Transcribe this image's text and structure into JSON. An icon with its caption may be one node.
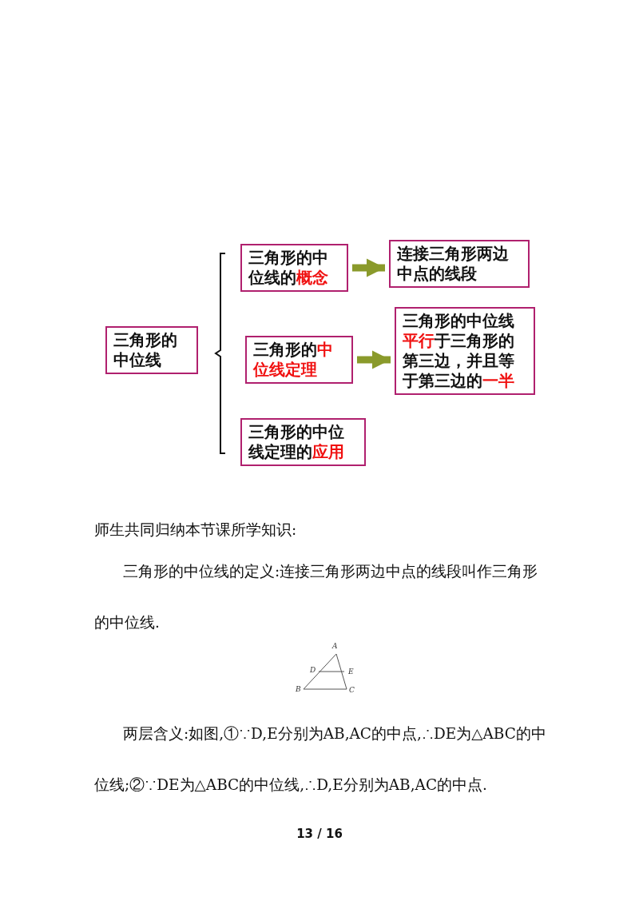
{
  "diagram": {
    "nodes": [
      {
        "text": [
          "三角形的中位线"
        ]
      },
      {
        "text": [
          "三角形的中位线的**概念**"
        ]
      },
      {
        "text": [
          "三角形的**中位线定理**"
        ]
      },
      {
        "text": [
          "三角形的中位线定理的**应用**"
        ]
      },
      {
        "text": [
          "连接三角形两边中点的线段"
        ]
      },
      {
        "text": [
          "三角形的中位线**平行**于三角形的第三边，并且等于第三边的**一半**"
        ]
      }
    ],
    "edges": [
      {
        "from": 1,
        "to": 4,
        "arrow": "to"
      },
      {
        "from": 2,
        "to": 5,
        "arrow": "to"
      }
    ],
    "labels": [
      "师生共同归纳本节课所学知识:",
      "三角形的中位线的定义:连接三角形两边中点的线段叫作三角形的中位线.",
      "A",
      "D",
      "E",
      "B",
      "C",
      "两层含义:如图,①∵D,E分别为AB,AC的中点,∴DE为△ABC的中位线;②∵DE为△ABC的中位线,∴D,E分别为AB,AC的中点.",
      "13 / 16"
    ]
  }
}
